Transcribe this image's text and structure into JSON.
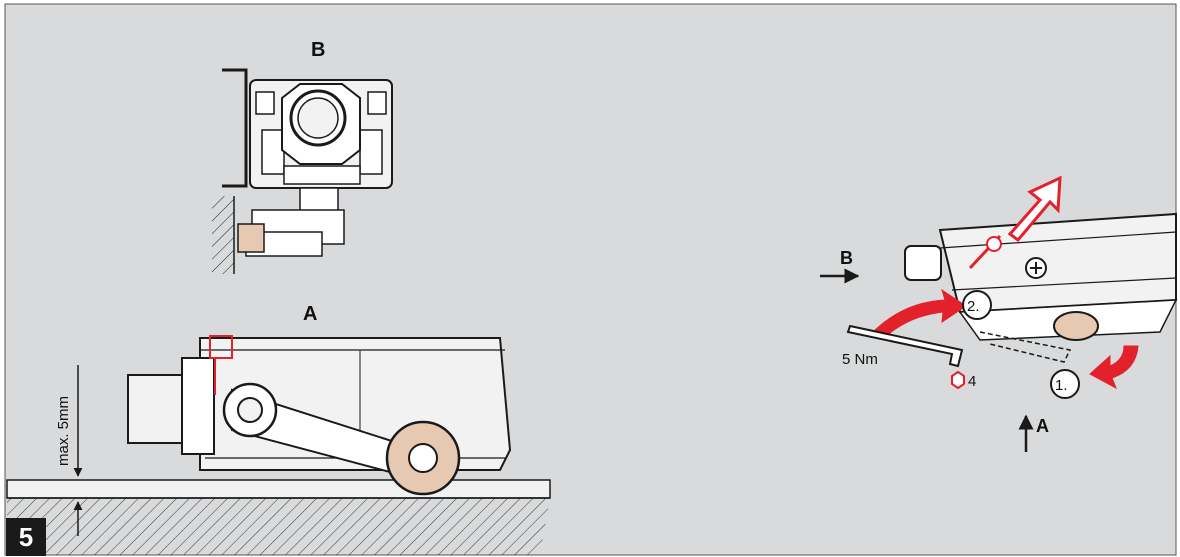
{
  "step_number": "5",
  "view_b_label": "B",
  "view_a_label": "A",
  "max_gap_label": "max. 5mm",
  "torque_label": "5 Nm",
  "hex_key_size": "4",
  "step_1_label": "1.",
  "step_2_label": "2.",
  "arrow_b_label": "B",
  "arrow_a_label": "A",
  "colors": {
    "background": "#d9dadb",
    "line": "#1a1a1a",
    "part_fill": "#f2f2f2",
    "accent_red": "#e3212b",
    "roller_beige": "#e7c9b2"
  }
}
